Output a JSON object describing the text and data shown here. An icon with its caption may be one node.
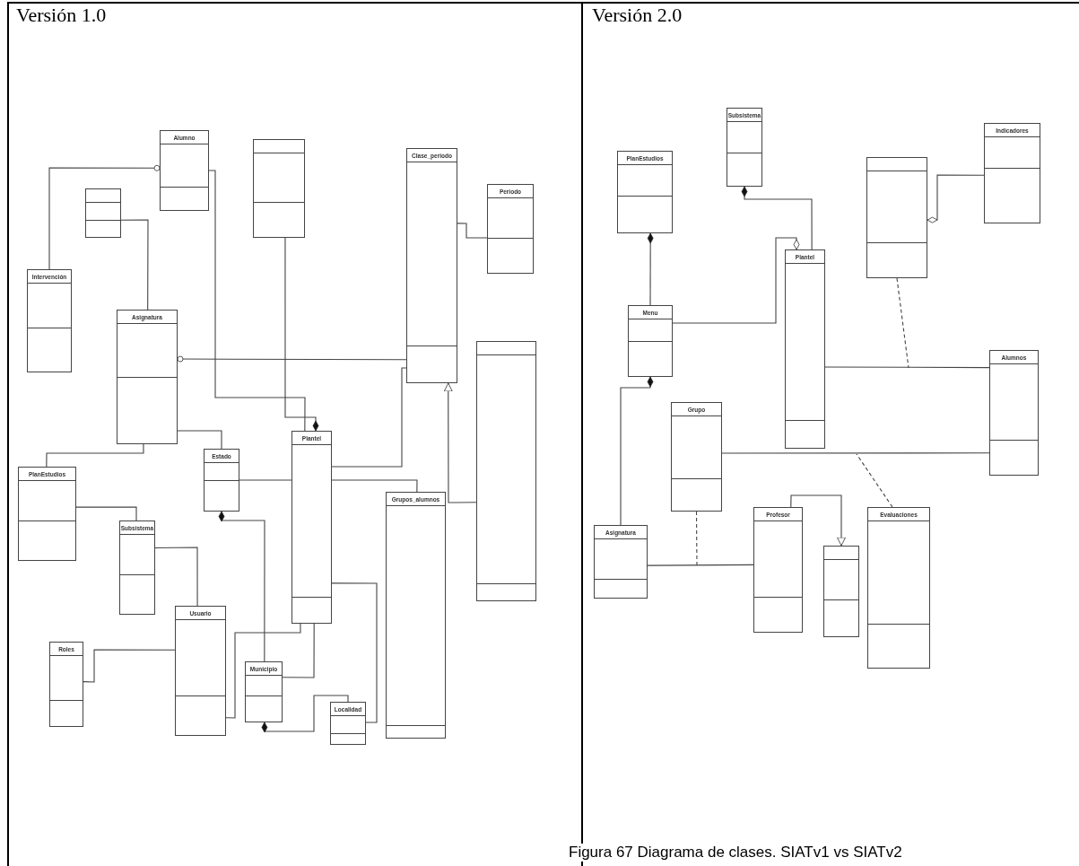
{
  "diagram": {
    "caption": "Figura 67 Diagrama de clases. SIATv1 vs SIATv2",
    "nodes": [
      {
        "text": [
          "Alumno"
        ]
      },
      {
        "text": [],
        "shape": "box"
      },
      {
        "text": [
          "Clase_periodo"
        ]
      },
      {
        "text": [
          "Periodo"
        ]
      },
      {
        "text": [],
        "shape": "box"
      },
      {
        "text": [
          "Intervención"
        ]
      },
      {
        "text": [
          "Asignatura"
        ]
      },
      {
        "text": [],
        "shape": "box"
      },
      {
        "text": [
          "PlanEstudios"
        ]
      },
      {
        "text": [
          "Subsistema"
        ]
      },
      {
        "text": [
          "Estado"
        ]
      },
      {
        "text": [
          "Plantel"
        ]
      },
      {
        "text": [
          "Grupos_alumnos"
        ]
      },
      {
        "text": [
          "Usuario"
        ]
      },
      {
        "text": [
          "Roles"
        ]
      },
      {
        "text": [
          "Municipio"
        ]
      },
      {
        "text": [
          "Localidad"
        ]
      },
      {
        "text": [
          "PlanEstudios"
        ]
      },
      {
        "text": [
          "Subsistema"
        ]
      },
      {
        "text": [
          "Indicadores"
        ]
      },
      {
        "text": [],
        "shape": "box"
      },
      {
        "text": [
          "Plantel"
        ]
      },
      {
        "text": [
          "Menu"
        ]
      },
      {
        "text": [
          "Alumnos"
        ]
      },
      {
        "text": [
          "Grupo"
        ]
      },
      {
        "text": [
          "Profesor"
        ]
      },
      {
        "text": [],
        "shape": "box"
      },
      {
        "text": [
          "Evaluaciones"
        ]
      },
      {
        "text": [
          "Asignatura"
        ]
      }
    ],
    "edges": [
      {
        "from": 0,
        "to": 5,
        "arrow": "other"
      },
      {
        "from": 4,
        "to": 6,
        "arrow": "none"
      },
      {
        "from": 0,
        "to": 11,
        "arrow": "none"
      },
      {
        "from": 1,
        "to": 11,
        "arrow": "other"
      },
      {
        "from": 6,
        "to": 2,
        "arrow": "other"
      },
      {
        "from": 2,
        "to": 3,
        "arrow": "none"
      },
      {
        "from": 7,
        "to": 2,
        "arrow": "to"
      },
      {
        "from": 11,
        "to": 2,
        "arrow": "none"
      },
      {
        "from": 12,
        "to": 11,
        "arrow": "none"
      },
      {
        "from": 6,
        "to": 8,
        "arrow": "none"
      },
      {
        "from": 8,
        "to": 9,
        "arrow": "none"
      },
      {
        "from": 6,
        "to": 10,
        "arrow": "none"
      },
      {
        "from": 10,
        "to": 11,
        "arrow": "none"
      },
      {
        "from": 10,
        "to": 15,
        "arrow": "other"
      },
      {
        "from": 9,
        "to": 13,
        "arrow": "none"
      },
      {
        "from": 13,
        "to": 14,
        "arrow": "none"
      },
      {
        "from": 13,
        "to": 11,
        "arrow": "none"
      },
      {
        "from": 11,
        "to": 15,
        "arrow": "none"
      },
      {
        "from": 15,
        "to": 16,
        "arrow": "other"
      },
      {
        "from": 11,
        "to": 16,
        "arrow": "none"
      },
      {
        "from": 17,
        "to": 22,
        "arrow": "other"
      },
      {
        "from": 18,
        "to": 21,
        "arrow": "other"
      },
      {
        "from": 22,
        "to": 21,
        "arrow": "other"
      },
      {
        "from": 19,
        "to": 20,
        "arrow": "other"
      },
      {
        "from": 21,
        "to": 23,
        "arrow": "none"
      },
      {
        "from": 20,
        "to": null,
        "arrow": "none",
        "style": "dashed"
      },
      {
        "from": 22,
        "to": 28,
        "arrow": "other"
      },
      {
        "from": 24,
        "to": 23,
        "arrow": "none"
      },
      {
        "from": 27,
        "to": null,
        "arrow": "none",
        "style": "dashed"
      },
      {
        "from": 28,
        "to": 25,
        "arrow": "none"
      },
      {
        "from": 24,
        "to": null,
        "arrow": "none",
        "style": "dashed"
      },
      {
        "from": 25,
        "to": 26,
        "arrow": "to"
      }
    ],
    "labels": [
      "Versión 1.0",
      "Versión 2.0"
    ]
  }
}
